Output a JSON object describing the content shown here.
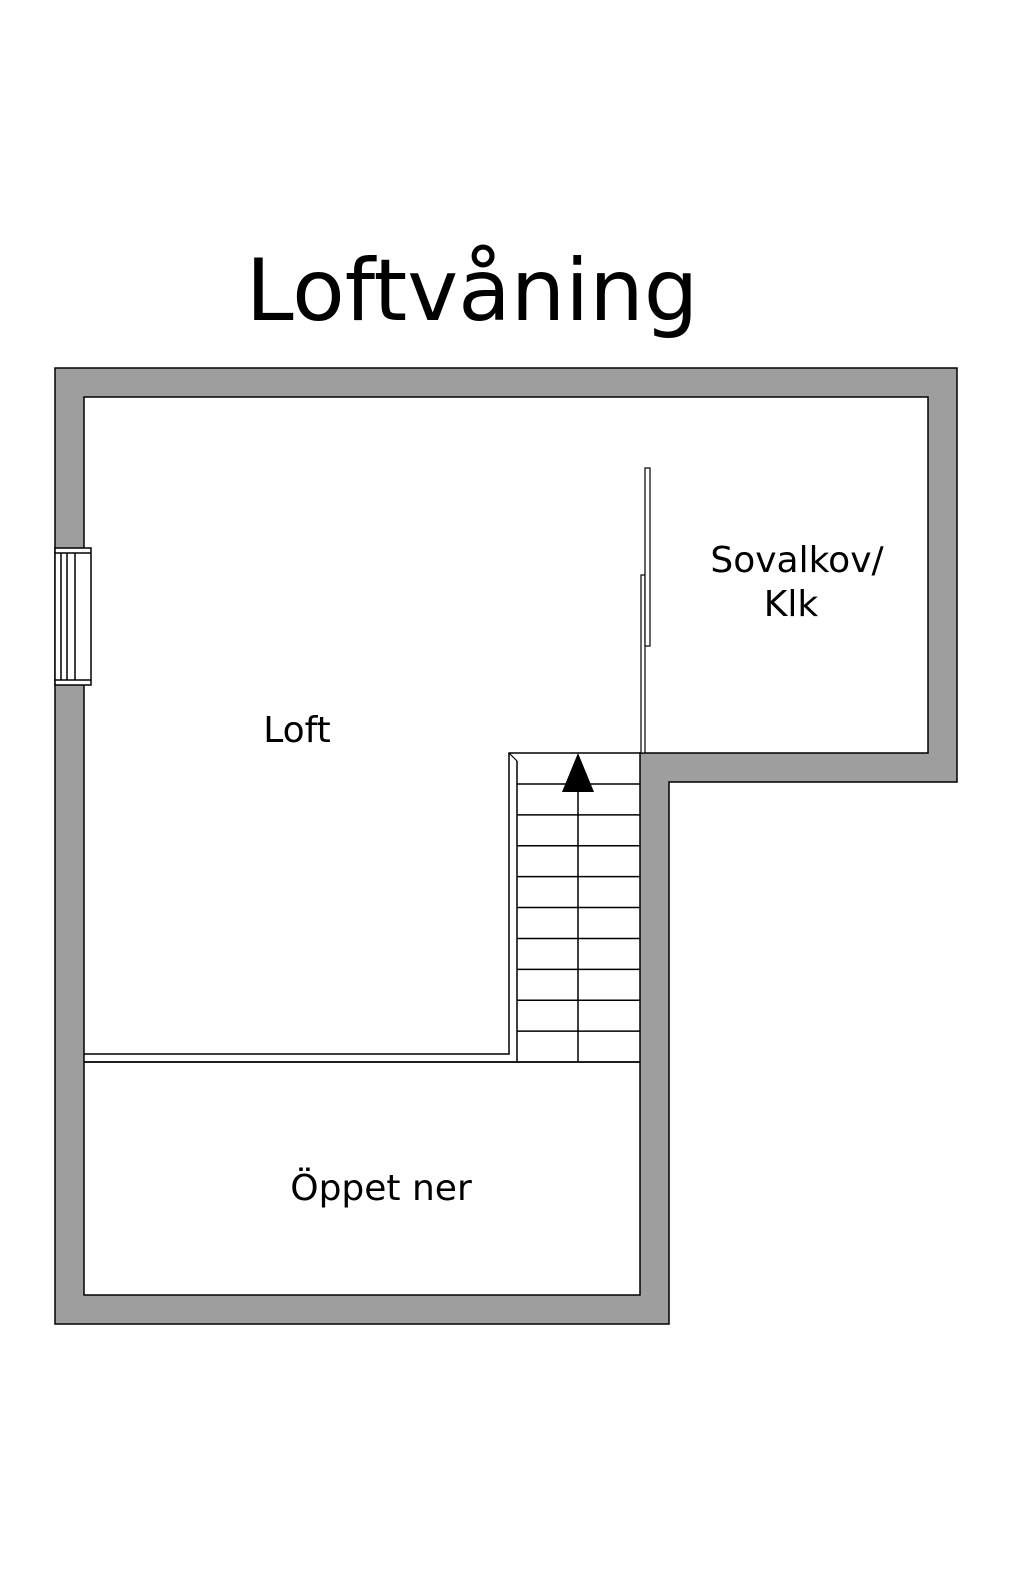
{
  "title": "Loftvåning",
  "rooms": {
    "loft": "Loft",
    "sovalkov_line1": "Sovalkov/",
    "sovalkov_line2": "Klk",
    "oppet_ner": "Öppet ner"
  },
  "colors": {
    "wall": "#9e9e9e",
    "line": "#000000",
    "background": "#ffffff"
  },
  "icons": {
    "stair_direction": "arrow-up-icon"
  }
}
